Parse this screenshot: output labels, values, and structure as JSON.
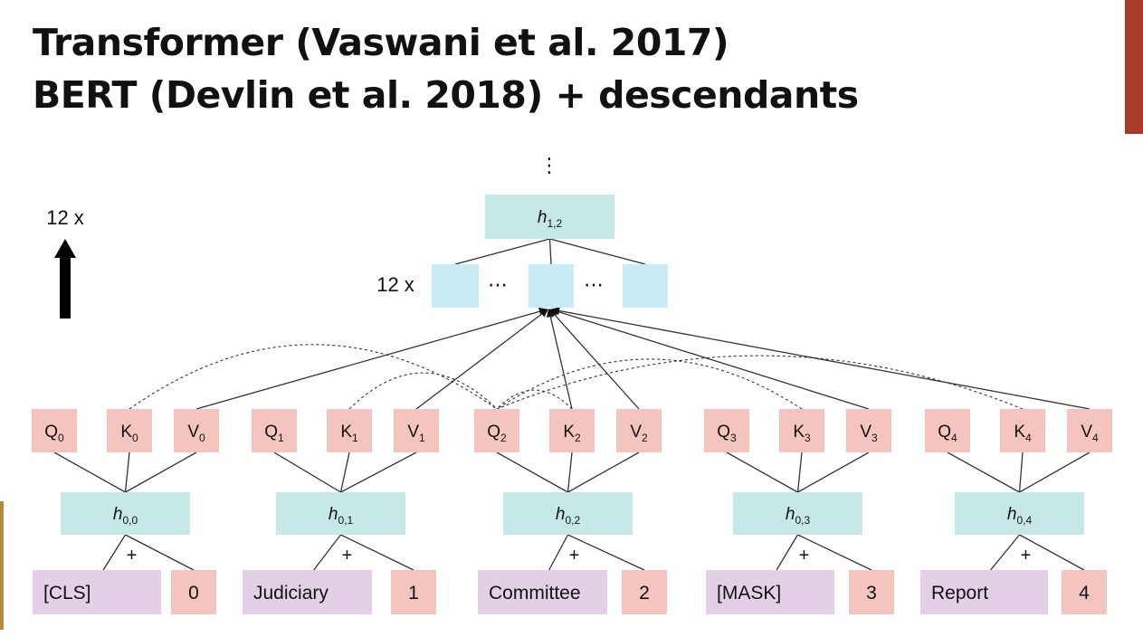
{
  "title": {
    "line1": "Transformer (Vaswani et al. 2017)",
    "line2": "BERT (Devlin et al. 2018) + descendants"
  },
  "diagram": {
    "repeat_label_left": "12 x",
    "repeat_label_heads": "12 x",
    "vertical_dots": "⋮",
    "ellipsis": "⋯",
    "top_node": {
      "base": "h",
      "sub": "1,2"
    },
    "plus": "+",
    "columns": [
      {
        "token": "[CLS]",
        "position": "0",
        "h_sub": "0,0",
        "q": {
          "base": "Q",
          "sub": "0"
        },
        "k": {
          "base": "K",
          "sub": "0"
        },
        "v": {
          "base": "V",
          "sub": "0"
        }
      },
      {
        "token": "Judiciary",
        "position": "1",
        "h_sub": "0,1",
        "q": {
          "base": "Q",
          "sub": "1"
        },
        "k": {
          "base": "K",
          "sub": "1"
        },
        "v": {
          "base": "V",
          "sub": "1"
        }
      },
      {
        "token": "Committee",
        "position": "2",
        "h_sub": "0,2",
        "q": {
          "base": "Q",
          "sub": "2"
        },
        "k": {
          "base": "K",
          "sub": "2"
        },
        "v": {
          "base": "V",
          "sub": "2"
        }
      },
      {
        "token": "[MASK]",
        "position": "3",
        "h_sub": "0,3",
        "q": {
          "base": "Q",
          "sub": "3"
        },
        "k": {
          "base": "K",
          "sub": "3"
        },
        "v": {
          "base": "V",
          "sub": "3"
        }
      },
      {
        "token": "Report",
        "position": "4",
        "h_sub": "0,4",
        "q": {
          "base": "Q",
          "sub": "4"
        },
        "k": {
          "base": "K",
          "sub": "4"
        },
        "v": {
          "base": "V",
          "sub": "4"
        }
      }
    ],
    "colors": {
      "teal": "#c6e8e6",
      "salmon": "#f4c5bf",
      "lavender": "#e3d0e6",
      "lightblue": "#c9ebf7",
      "line": "#333333",
      "arrow_up": "#000000"
    }
  }
}
